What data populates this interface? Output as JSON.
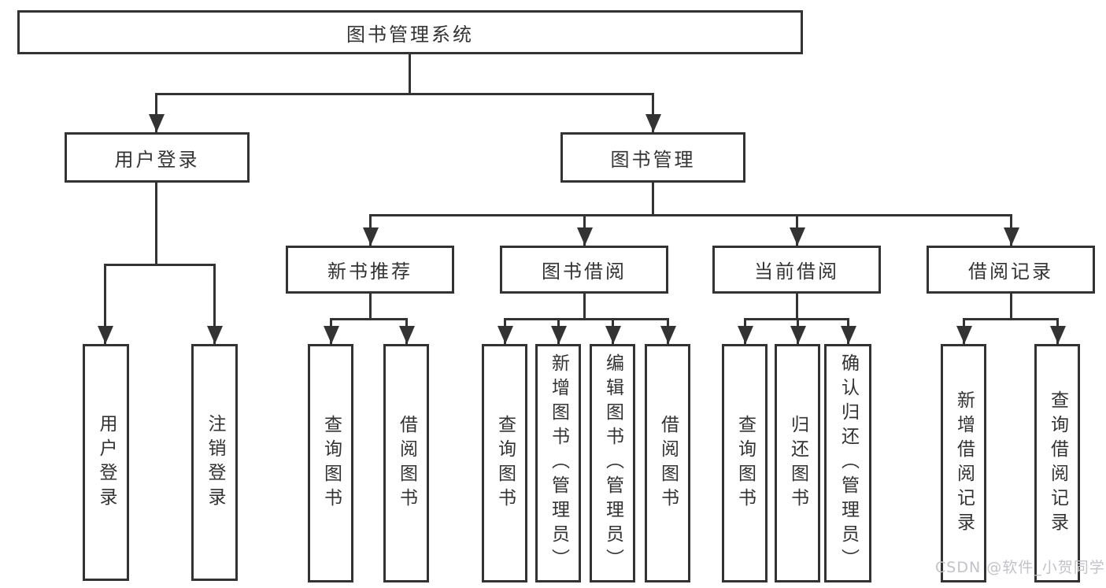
{
  "diagram": {
    "root": {
      "label": "图书管理系统"
    },
    "level1": [
      {
        "label": "用户登录"
      },
      {
        "label": "图书管理"
      }
    ],
    "level2": [
      {
        "label": "新书推荐"
      },
      {
        "label": "图书借阅"
      },
      {
        "label": "当前借阅"
      },
      {
        "label": "借阅记录"
      }
    ],
    "leaves": {
      "user_login": [
        {
          "label": "用户登录"
        },
        {
          "label": "注销登录"
        }
      ],
      "new_books": [
        {
          "label": "查询图书"
        },
        {
          "label": "借阅图书"
        }
      ],
      "book_borrow": [
        {
          "label": "查询图书"
        },
        {
          "label": "新增图书（管理员）"
        },
        {
          "label": "编辑图书（管理员）"
        },
        {
          "label": "借阅图书"
        }
      ],
      "current_borrow": [
        {
          "label": "查询图书"
        },
        {
          "label": "归还图书"
        },
        {
          "label": "确认归还（管理员）"
        }
      ],
      "borrow_records": [
        {
          "label": "新增借阅记录"
        },
        {
          "label": "查询借阅记录"
        }
      ]
    }
  },
  "watermark": {
    "text": "CSDN @软件_小贺同学"
  },
  "colors": {
    "line": "#333333",
    "text": "#333333",
    "watermark": "#c3c3c7",
    "background": "#ffffff"
  }
}
